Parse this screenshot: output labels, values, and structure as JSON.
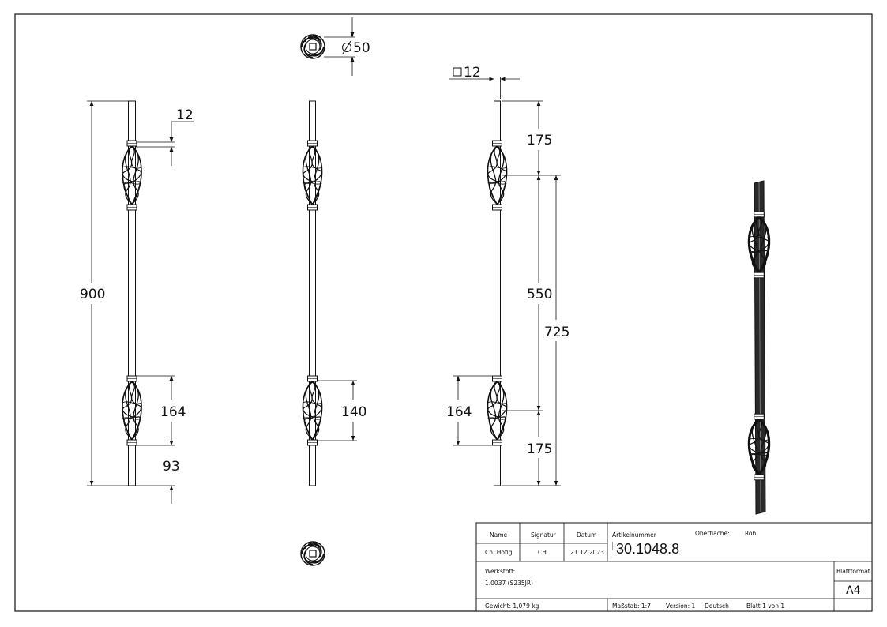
{
  "dimensions": {
    "diameter_label": "50",
    "square_label": "12",
    "overall_height": "900",
    "ring_height": "12",
    "lower_basket": "164",
    "bottom_offset": "93",
    "basket_center": "140",
    "top_offset": "175",
    "basket_spacing": "550",
    "top_to_bottom_basket": "725",
    "lower_basket_right": "164",
    "bottom_offset_right": "175"
  },
  "title_block": {
    "name_header": "Name",
    "signature_header": "Signatur",
    "date_header": "Datum",
    "name_value": "Ch. Höfig",
    "signature_value": "CH",
    "date_value": "21.12.2023",
    "article_label": "Artikelnummer",
    "article_number": "30.1048.8",
    "surface_label": "Oberfläche:",
    "surface_value": "Roh",
    "material_label": "Werkstoff:",
    "material_value": "1.0037 (S235JR)",
    "format_label": "Blattformat",
    "format_value": "A4",
    "weight": "Gewicht: 1,079 kg",
    "scale": "Maßstab: 1:7",
    "version": "Version: 1",
    "language": "Deutsch",
    "sheet": "Blatt 1 von 1"
  }
}
